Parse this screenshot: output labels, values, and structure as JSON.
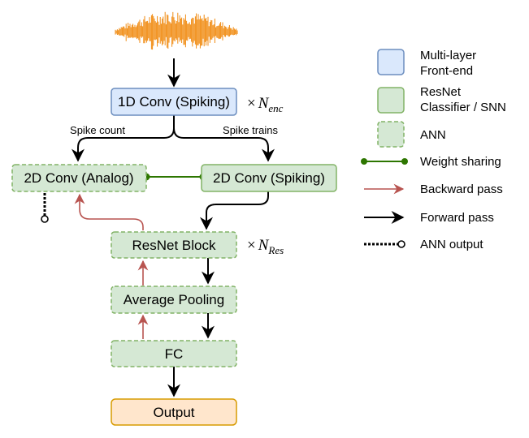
{
  "nodes": {
    "conv1d": "1D Conv (Spiking)",
    "conv2d_analog": "2D Conv (Analog)",
    "conv2d_spiking": "2D Conv (Spiking)",
    "resnet_block": "ResNet Block",
    "avg_pool": "Average Pooling",
    "fc": "FC",
    "output": "Output"
  },
  "edge_labels": {
    "spike_count": "Spike count",
    "spike_trains": "Spike trains"
  },
  "multipliers": {
    "enc": {
      "symbol": "×",
      "var": "N",
      "sub": "enc"
    },
    "res": {
      "symbol": "×",
      "var": "N",
      "sub": "Res"
    }
  },
  "legend": {
    "frontend": {
      "line1": "Multi-layer",
      "line2": "Front-end"
    },
    "resnet": {
      "line1": "ResNet",
      "line2": "Classifier / SNN"
    },
    "ann": "ANN",
    "weight_sharing": "Weight sharing",
    "backward": "Backward pass",
    "forward": "Forward pass",
    "ann_output": "ANN output"
  },
  "colors": {
    "frontend_fill": "#dae8fc",
    "frontend_stroke": "#6c8ebf",
    "resnet_fill": "#d5e8d4",
    "resnet_stroke": "#82b366",
    "output_fill": "#ffe6cc",
    "output_stroke": "#d79b00",
    "weight_sharing": "#2d7600",
    "backward": "#b85450",
    "forward": "#000000",
    "waveform": "#f08a10"
  }
}
